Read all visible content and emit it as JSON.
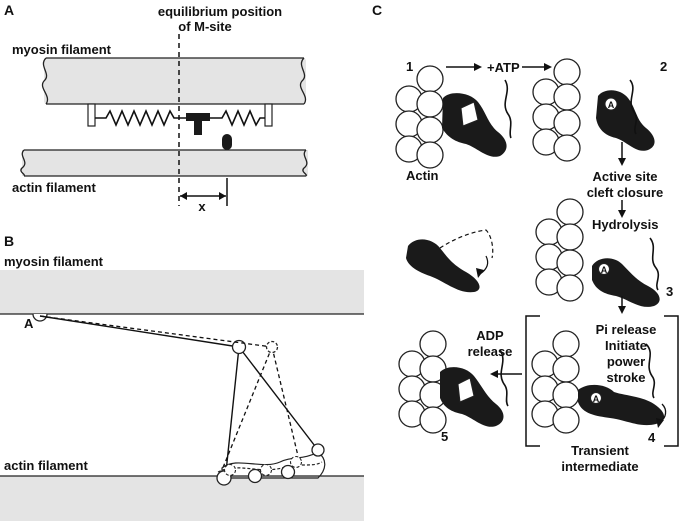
{
  "panels": {
    "a": {
      "letter": "A",
      "equilibrium_label_line1": "equilibrium position",
      "equilibrium_label_line2": "of M-site",
      "myosin_label": "myosin filament",
      "actin_label": "actin filament",
      "x_label": "x"
    },
    "b": {
      "letter": "B",
      "myosin_label": "myosin filament",
      "actin_label": "actin filament",
      "pivot_label": "A"
    },
    "c": {
      "letter": "C",
      "atp_label": "+ATP",
      "actin_label": "Actin",
      "state_1": "1",
      "state_2": "2",
      "state_3": "3",
      "state_4": "4",
      "state_5": "5",
      "cleft_line1": "Active site",
      "cleft_line2": "cleft closure",
      "hydrolysis": "Hydrolysis",
      "adp_line1": "ADP",
      "adp_line2": "release",
      "pi_line1": "Pi release",
      "pi_line2": "Initiate",
      "pi_line3": "power",
      "pi_line4": "stroke",
      "transient_line1": "Transient",
      "transient_line2": "intermediate",
      "site_letter": "A"
    }
  }
}
